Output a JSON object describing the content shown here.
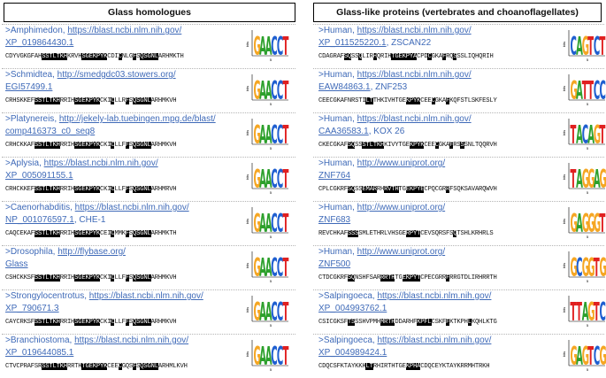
{
  "left_header": "Glass homologues",
  "right_header": "Glass-like proteins (vertebrates and choanoflagellates)",
  "logo_axis_label": "bits",
  "logo_tick": "5",
  "colors": {
    "A": "#2ca02c",
    "C": "#1f5fd0",
    "G": "#f5a623",
    "T": "#e02020"
  },
  "left": [
    {
      "species": ">Amphimedon",
      "sep": ", ",
      "url": "https://blast.ncbi.nlm.nih.gov/",
      "id": "XP_019864430.1",
      "extra": "",
      "seq": [
        [
          "CDYVGKGFAH",
          0
        ],
        [
          "SS",
          1
        ],
        [
          "TLTKH",
          1
        ],
        [
          "KRVH",
          0
        ],
        [
          "SG",
          1
        ],
        [
          "EKPYK",
          1
        ],
        [
          "CDI",
          0
        ],
        [
          "C",
          1
        ],
        [
          "NLG",
          0
        ],
        [
          "F",
          1
        ],
        [
          "S",
          0
        ],
        [
          "QSGNL",
          1
        ],
        [
          "ARHMKTH",
          0
        ]
      ],
      "logo": [
        "G",
        "A",
        "A",
        "C",
        "C",
        "T"
      ]
    },
    {
      "species": ">Schmidtea",
      "sep": ", ",
      "url": "http://smedgdc03.stowers.org/",
      "id": "EGI57499.1",
      "extra": "",
      "seq": [
        [
          "CRHSKKEF",
          0
        ],
        [
          "SS",
          1
        ],
        [
          "TLTKH",
          1
        ],
        [
          "RRIH",
          0
        ],
        [
          "SG",
          1
        ],
        [
          "EKPYK",
          1
        ],
        [
          "CKI",
          0
        ],
        [
          "C",
          1
        ],
        [
          "LLR",
          0
        ],
        [
          "F",
          1
        ],
        [
          "S",
          0
        ],
        [
          "QSGNL",
          1
        ],
        [
          "ARHMKVH",
          0
        ]
      ],
      "logo": [
        "G",
        "A",
        "A",
        "C",
        "C",
        "T"
      ]
    },
    {
      "species": ">Platynereis",
      "sep": ", ",
      "url": "http://jekely-lab.tuebingen.mpg.de/blast/",
      "id": "comp416373_c0_seq8",
      "extra": "",
      "seq": [
        [
          "CRHCKKAF",
          0
        ],
        [
          "SS",
          1
        ],
        [
          "TLTKH",
          1
        ],
        [
          "RRIH",
          0
        ],
        [
          "SG",
          1
        ],
        [
          "EKPYK",
          1
        ],
        [
          "CKI",
          0
        ],
        [
          "C",
          1
        ],
        [
          "LLF",
          0
        ],
        [
          "F",
          1
        ],
        [
          "S",
          0
        ],
        [
          "QSGNL",
          1
        ],
        [
          "ARHMKVH",
          0
        ]
      ],
      "logo": [
        "G",
        "A",
        "A",
        "C",
        "C",
        "T"
      ]
    },
    {
      "species": ">Aplysia",
      "sep": ", ",
      "url": "https://blast.ncbi.nlm.nih.gov/",
      "id": "XP_005091155.1",
      "extra": "",
      "seq": [
        [
          "CRHCKKEF",
          0
        ],
        [
          "SS",
          1
        ],
        [
          "TLTKH",
          1
        ],
        [
          "RRIH",
          0
        ],
        [
          "SG",
          1
        ],
        [
          "EKPYK",
          1
        ],
        [
          "CKI",
          0
        ],
        [
          "C",
          1
        ],
        [
          "LLF",
          0
        ],
        [
          "F",
          1
        ],
        [
          "S",
          0
        ],
        [
          "QSGNL",
          1
        ],
        [
          "ARHMRVH",
          0
        ]
      ],
      "logo": [
        "G",
        "A",
        "A",
        "C",
        "C",
        "T"
      ]
    },
    {
      "species": ">Caenorhabditis",
      "sep": ", ",
      "url": "https://blast.ncbi.nlm.nih.gov/",
      "id": "NP_001076597.1",
      "extra": ", CHE-1",
      "seq": [
        [
          "CAQCEKAF",
          0
        ],
        [
          "SS",
          1
        ],
        [
          "TLTKH",
          1
        ],
        [
          "RRIH",
          0
        ],
        [
          "SG",
          1
        ],
        [
          "EKPYK",
          1
        ],
        [
          "CEI",
          0
        ],
        [
          "C",
          1
        ],
        [
          "MMK",
          0
        ],
        [
          "F",
          1
        ],
        [
          "S",
          0
        ],
        [
          "QSGNL",
          1
        ],
        [
          "ARHMKTH",
          0
        ]
      ],
      "logo": [
        "G",
        "A",
        "A",
        "C",
        "C",
        "T"
      ]
    },
    {
      "species": ">Drosophila",
      "sep": ", ",
      "url": "http://flybase.org/",
      "id": "Glass",
      "extra": "",
      "seq": [
        [
          "CSHCKKSF",
          0
        ],
        [
          "SS",
          1
        ],
        [
          "TLTKH",
          1
        ],
        [
          "RRIH",
          0
        ],
        [
          "SG",
          1
        ],
        [
          "EKPYK",
          1
        ],
        [
          "CKI",
          0
        ],
        [
          "C",
          1
        ],
        [
          "LLF",
          0
        ],
        [
          "F",
          1
        ],
        [
          "S",
          0
        ],
        [
          "QSGNL",
          1
        ],
        [
          "ARHMKVH",
          0
        ]
      ],
      "logo": [
        "G",
        "A",
        "A",
        "C",
        "C",
        "T"
      ]
    },
    {
      "species": ">Strongylocentrotus",
      "sep": ", ",
      "url": "https://blast.ncbi.nlm.nih.gov/",
      "id": "XP_790671.3",
      "extra": "",
      "seq": [
        [
          "CAYCRKSF",
          0
        ],
        [
          "SS",
          1
        ],
        [
          "TLTKH",
          1
        ],
        [
          "RRIH",
          0
        ],
        [
          "SG",
          1
        ],
        [
          "EKPYK",
          1
        ],
        [
          "CKI",
          0
        ],
        [
          "C",
          1
        ],
        [
          "LLF",
          0
        ],
        [
          "F",
          1
        ],
        [
          "S",
          0
        ],
        [
          "QSGNL",
          1
        ],
        [
          "ARHMKVH",
          0
        ]
      ],
      "logo": [
        "G",
        "A",
        "A",
        "C",
        "C",
        "T"
      ]
    },
    {
      "species": ">Branchiostoma",
      "sep": ", ",
      "url": "https://blast.ncbi.nlm.nih.gov/",
      "id": "XP_019644085.1",
      "extra": "",
      "seq": [
        [
          "CTVCPRAFSR",
          0
        ],
        [
          "SS",
          1
        ],
        [
          "TLTKH",
          1
        ],
        [
          "RRTH",
          0
        ],
        [
          "TG",
          1
        ],
        [
          "EKPYK",
          1
        ],
        [
          "CEE",
          0
        ],
        [
          "C",
          1
        ],
        [
          "GQS",
          0
        ],
        [
          "F",
          1
        ],
        [
          "S",
          0
        ],
        [
          "QSGNL",
          1
        ],
        [
          "ARHMLKVH",
          0
        ]
      ],
      "logo": [
        "G",
        "A",
        "A",
        "C",
        "C",
        "T"
      ]
    }
  ],
  "right": [
    {
      "species": ">Human",
      "sep": ", ",
      "url": "https://blast.ncbi.nlm.nih.gov/",
      "id": "XP_011525220.1",
      "extra": ", ZSCAN22",
      "seq": [
        [
          "CDAGRAF",
          0
        ],
        [
          "SQ",
          1
        ],
        [
          "SS",
          0
        ],
        [
          "Q",
          1
        ],
        [
          "LIR",
          0
        ],
        [
          "H",
          1
        ],
        [
          "QRIH",
          0
        ],
        [
          "TG",
          1
        ],
        [
          "EKPYA",
          1
        ],
        [
          "CPD",
          0
        ],
        [
          "C",
          1
        ],
        [
          "GKA",
          0
        ],
        [
          "F",
          1
        ],
        [
          "RQ",
          0
        ],
        [
          "S",
          1
        ],
        [
          "SSL",
          0
        ],
        [
          "IQH",
          0
        ],
        [
          "QRIH",
          0
        ]
      ],
      "logo": [
        "C",
        "A",
        "G",
        "T",
        "C",
        "T"
      ]
    },
    {
      "species": ">Human",
      "sep": ", ",
      "url": "https://blast.ncbi.nlm.nih.gov/",
      "id": "EAW84863.1",
      "extra": ", ZNF253",
      "seq": [
        [
          "CEECGKAFNRSTI",
          0
        ],
        [
          "LT",
          1
        ],
        [
          "THKIVHTGE",
          0
        ],
        [
          "KPYK",
          1
        ],
        [
          "CEE",
          0
        ],
        [
          "C",
          1
        ],
        [
          "GKA",
          0
        ],
        [
          "F",
          1
        ],
        [
          "KQFSTLSKFESLY",
          0
        ]
      ],
      "logo": [
        "G",
        "A",
        "T",
        "T",
        "C",
        "C"
      ]
    },
    {
      "species": ">Human",
      "sep": ", ",
      "url": "https://blast.ncbi.nlm.nih.gov/",
      "id": "CAA36583.1",
      "extra": ", KOX 26",
      "seq": [
        [
          "CKECGKAF",
          0
        ],
        [
          "SQ",
          1
        ],
        [
          "SS",
          0
        ],
        [
          "STLTKH",
          1
        ],
        [
          "KIVYTGE",
          0
        ],
        [
          "KPYK",
          1
        ],
        [
          "CEE",
          0
        ],
        [
          "C",
          1
        ],
        [
          "GKA",
          0
        ],
        [
          "F",
          1
        ],
        [
          "RS",
          0
        ],
        [
          "S",
          1
        ],
        [
          "SNLTQ",
          0
        ],
        [
          "QRVH",
          0
        ]
      ],
      "logo": [
        "T",
        "A",
        "C",
        "A",
        "G",
        "T"
      ]
    },
    {
      "species": ">Human",
      "sep": ", ",
      "url": "http://www.uniprot.org/",
      "id": "ZNF764",
      "extra": "",
      "seq": [
        [
          "CPLCGKRF",
          0
        ],
        [
          "SQ",
          1
        ],
        [
          "SS",
          0
        ],
        [
          "EMAR",
          1
        ],
        [
          "RH",
          0
        ],
        [
          "RVTH",
          1
        ],
        [
          "TG",
          0
        ],
        [
          "EKPYE",
          1
        ],
        [
          "CPQCGR",
          0
        ],
        [
          "R",
          1
        ],
        [
          "FS",
          0
        ],
        [
          "QKSAVAR",
          0
        ],
        [
          "QWVH",
          0
        ]
      ],
      "logo": [
        "T",
        "A",
        "G",
        "G",
        "A",
        "G"
      ]
    },
    {
      "species": ">Human",
      "sep": ", ",
      "url": "http://www.uniprot.org/",
      "id": "ZNF683",
      "extra": "",
      "seq": [
        [
          "REVCHKAF",
          0
        ],
        [
          "SSS",
          1
        ],
        [
          "SMLETHRLVHSGE",
          0
        ],
        [
          "RPYT",
          1
        ],
        [
          "CEVSQRSFS",
          0
        ],
        [
          "Q",
          1
        ],
        [
          "TSHLKRHRLS",
          0
        ]
      ],
      "logo": [
        "G",
        "A",
        "G",
        "G",
        "G",
        "T"
      ]
    },
    {
      "species": ">Human",
      "sep": ", ",
      "url": "http://www.uniprot.org/",
      "id": "ZNF500",
      "extra": "",
      "seq": [
        [
          "CTDCGKRF",
          0
        ],
        [
          "SQ",
          1
        ],
        [
          "NSHFSAR",
          0
        ],
        [
          "RRTH",
          1
        ],
        [
          "TG",
          0
        ],
        [
          "EKPYT",
          1
        ],
        [
          "CPECGRR",
          0
        ],
        [
          "F",
          1
        ],
        [
          "RRGTDLIRH",
          0
        ],
        [
          "RRTH",
          0
        ]
      ],
      "logo": [
        "G",
        "C",
        "G",
        "G",
        "T",
        "G"
      ]
    },
    {
      "species": ">Salpingoeca",
      "sep": ", ",
      "url": "https://blast.ncbi.nlm.nih.gov/",
      "id": "XP_004993762.1",
      "extra": "",
      "seq": [
        [
          "CSICGKSF",
          0
        ],
        [
          "TS",
          1
        ],
        [
          "SSHVPMH",
          0
        ],
        [
          "MRTH",
          1
        ],
        [
          "DDARHF",
          0
        ],
        [
          "KPFL",
          1
        ],
        [
          "C",
          0
        ],
        [
          "SKF",
          0
        ],
        [
          "F",
          1
        ],
        [
          "KTKPH",
          0
        ],
        [
          "L",
          1
        ],
        [
          "KQHLKTG",
          0
        ]
      ],
      "logo": [
        "T",
        "T",
        "A",
        "G",
        "T",
        "C"
      ]
    },
    {
      "species": ">Salpingoeca",
      "sep": ", ",
      "url": "https://blast.ncbi.nlm.nih.gov/",
      "id": "XP_004989424.1",
      "extra": "",
      "seq": [
        [
          "CDQCSFKTAYKKH",
          0
        ],
        [
          "LT",
          1
        ],
        [
          "RHIRTHTGE",
          0
        ],
        [
          "KPHA",
          1
        ],
        [
          "CDQCEYKTAYKR",
          0
        ],
        [
          "RMHT",
          0
        ],
        [
          "RKH",
          0
        ]
      ],
      "logo": [
        "G",
        "A",
        "G",
        "T",
        "C",
        "G"
      ]
    }
  ]
}
